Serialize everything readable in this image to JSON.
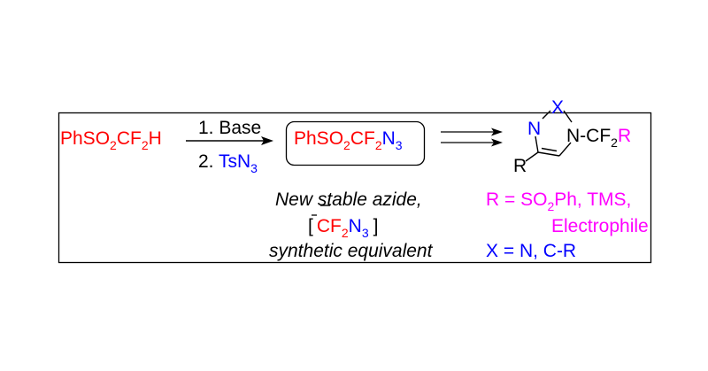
{
  "colors": {
    "red": "#ff0000",
    "blue": "#0000ff",
    "magenta": "#ff00ff",
    "black": "#000000"
  },
  "starting_material": "PhSO2CF2H",
  "reagents": {
    "step1": "1. Base",
    "step2_prefix": "2. ",
    "step2_reagent": "TsN3"
  },
  "product_azide": "PhSO2CF2N3",
  "triazole": {
    "atom_n3": "N",
    "atom_x": "X",
    "atom_n1": "N",
    "n1_substituent_prefix": "-",
    "n1_substituent_group": "CF2",
    "n1_substituent_r": "R",
    "c4_substituent": "R"
  },
  "caption": {
    "line1": "New stable azide,",
    "line2_open": "[",
    "line2_group": "CF2N3",
    "line2_close": "]",
    "line3": "synthetic equivalent"
  },
  "r_definition": {
    "line1": "R = SO2Ph, TMS,",
    "line2": "Electrophile"
  },
  "x_definition": "X = N, C-R"
}
